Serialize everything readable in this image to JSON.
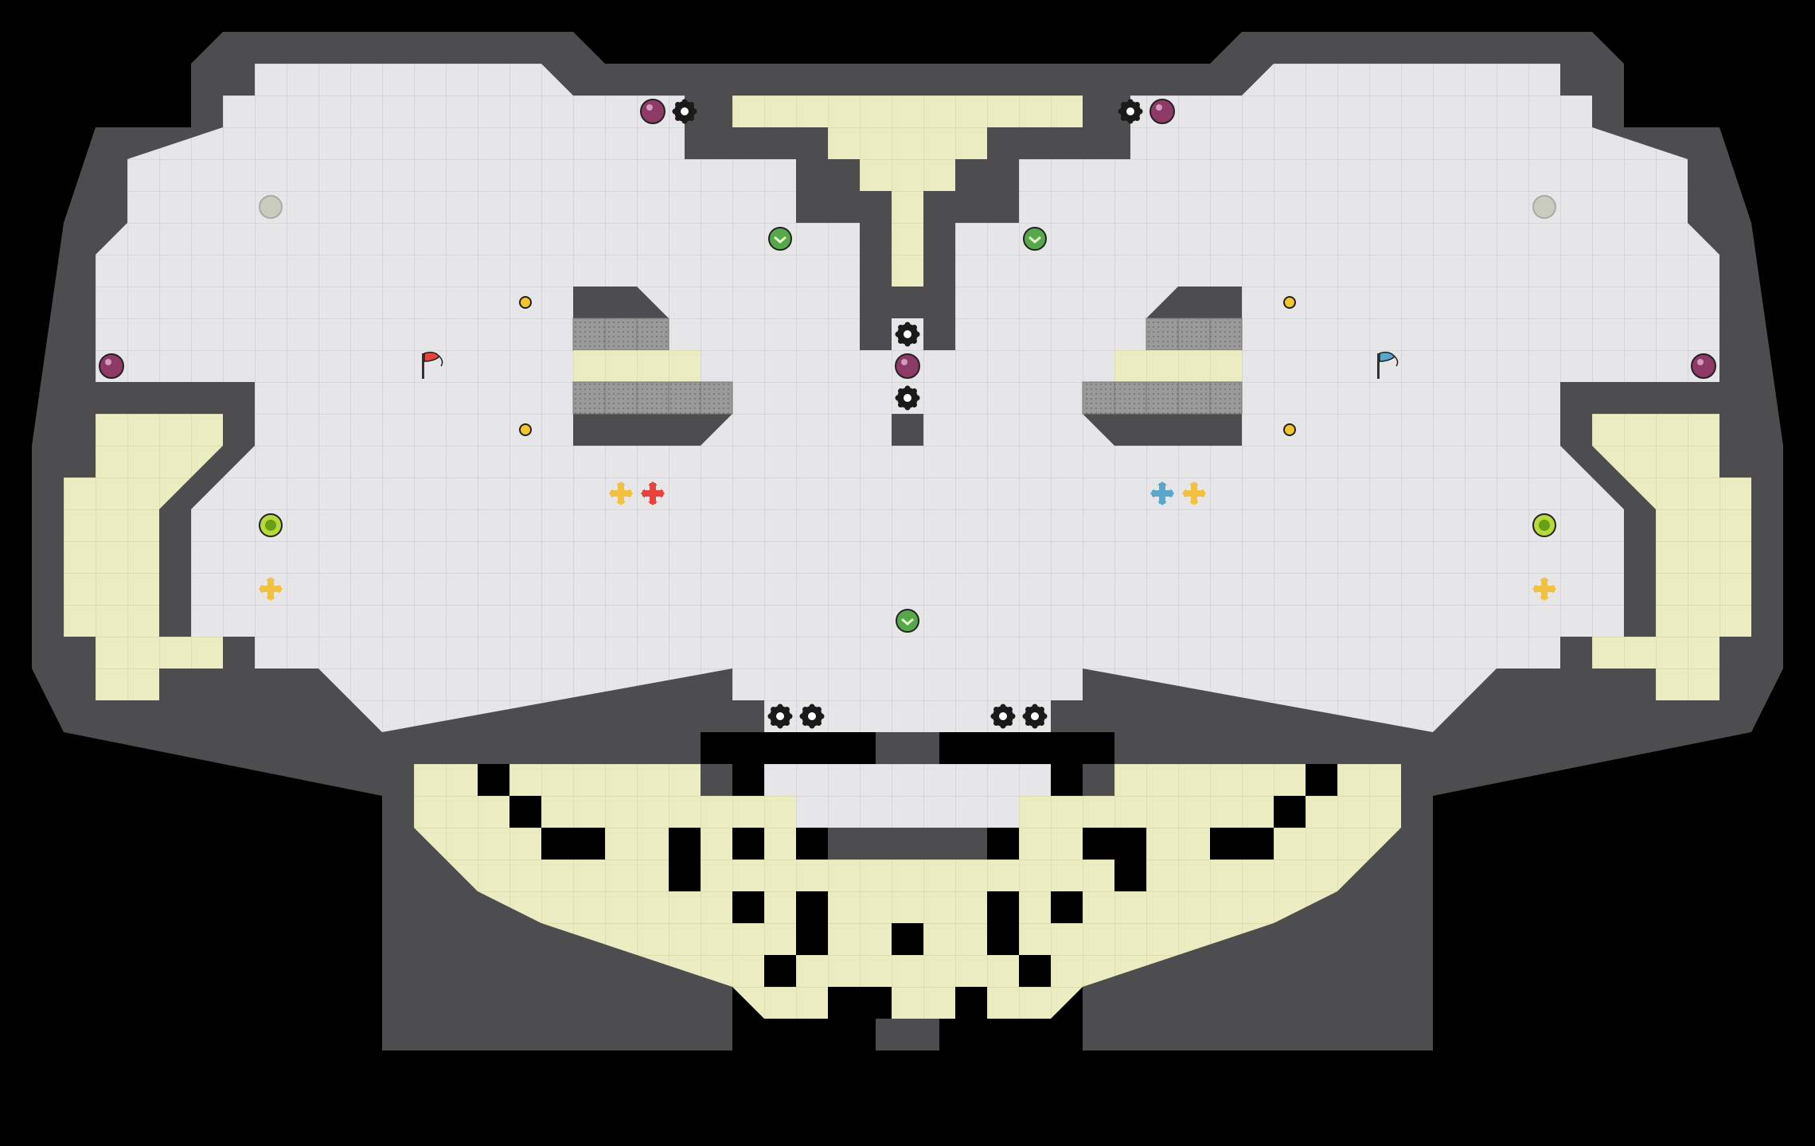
{
  "map": {
    "title": "",
    "colors": {
      "background": "#000000",
      "wall": "#4d4d4f",
      "wall_edge": "#3a3a3c",
      "floor": "#e6e6e8",
      "grid_line": "#d0d0d3",
      "boost_tile": "#ececc2",
      "boost_grid": "#d9d9a8",
      "gate_tile": "#9a9a9a",
      "red_team": "#e8423c",
      "blue_team": "#5aa7c9",
      "bomb": "#8e3a66",
      "boost_green": "#57a84a",
      "powerup_yellow": "#f2c62b",
      "spike": "#1a1a1a"
    },
    "flags": [
      {
        "team": "red",
        "icon": "flag-icon"
      },
      {
        "team": "blue",
        "icon": "flag-icon"
      }
    ],
    "spawn_markers": [
      {
        "team": "red",
        "icon": "red-spawn-icon"
      },
      {
        "team": "blue",
        "icon": "blue-spawn-icon"
      }
    ],
    "object_types": [
      "spike",
      "bomb",
      "boost",
      "powerup",
      "button",
      "portal",
      "gate"
    ]
  }
}
